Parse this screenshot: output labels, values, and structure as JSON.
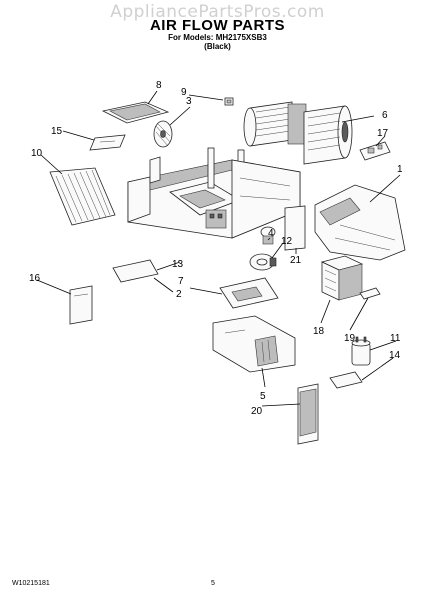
{
  "watermark": "AppliancePartsPros.com",
  "title": "AIR FLOW PARTS",
  "subtitle": "For Models: MH2175XSB3",
  "subtitle2": "(Black)",
  "callouts": [
    "1",
    "2",
    "3",
    "4",
    "5",
    "6",
    "7",
    "8",
    "9",
    "10",
    "11",
    "12",
    "13",
    "14",
    "15",
    "16",
    "17",
    "18",
    "19",
    "20",
    "21"
  ],
  "footer": {
    "doc_number": "W10215181",
    "page_number": "5"
  }
}
